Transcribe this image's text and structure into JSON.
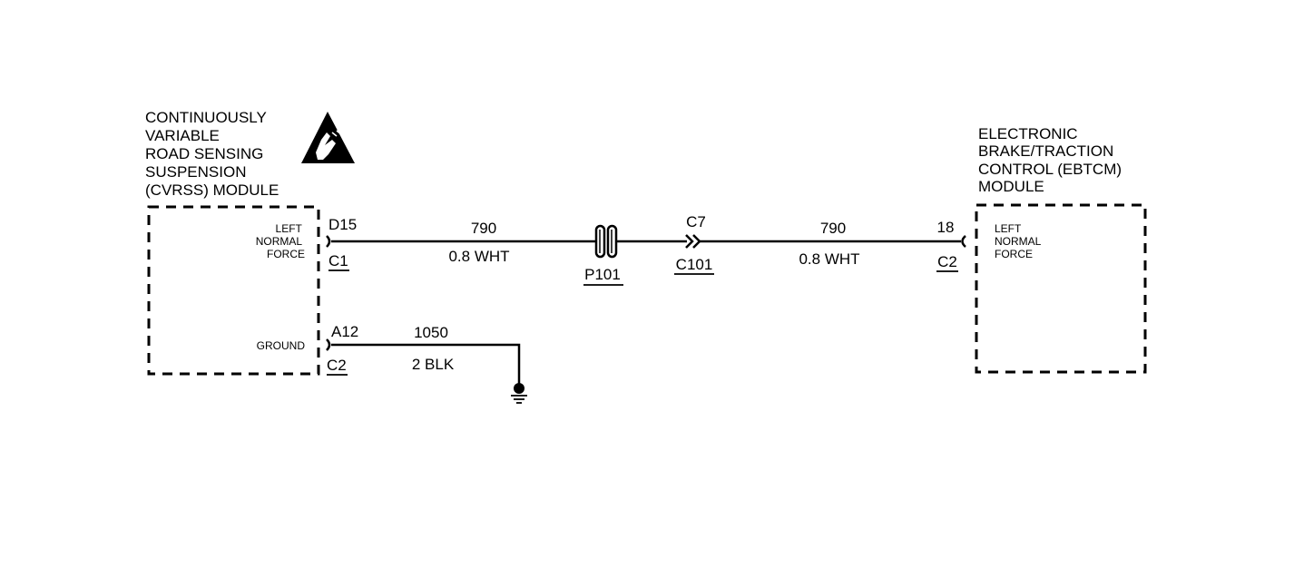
{
  "modules": {
    "left": {
      "title_lines": [
        "CONTINUOUSLY",
        "VARIABLE",
        "ROAD SENSING",
        "SUSPENSION",
        "(CVRSS) MODULE"
      ],
      "pin_signal_lines": [
        "LEFT",
        "NORMAL",
        "FORCE"
      ],
      "pin_ground": "GROUND"
    },
    "right": {
      "title_lines": [
        "ELECTRONIC",
        "BRAKE/TRACTION",
        "CONTROL (EBTCM)",
        "MODULE"
      ],
      "pin_signal_lines": [
        "LEFT",
        "NORMAL",
        "FORCE"
      ]
    }
  },
  "signal_circuit": {
    "left_terminal": "D15",
    "left_connector": "C1",
    "segment1": {
      "circuit": "790",
      "wire": "0.8 WHT"
    },
    "splice": "P101",
    "inline_terminal": "C7",
    "inline_connector": "C101",
    "segment2": {
      "circuit": "790",
      "wire": "0.8 WHT"
    },
    "right_terminal": "18",
    "right_connector": "C2"
  },
  "ground_circuit": {
    "terminal": "A12",
    "connector": "C2",
    "circuit": "1050",
    "wire": "2 BLK"
  },
  "icons": {
    "esd": "esd-warning-icon",
    "ground": "ground-symbol-icon"
  }
}
